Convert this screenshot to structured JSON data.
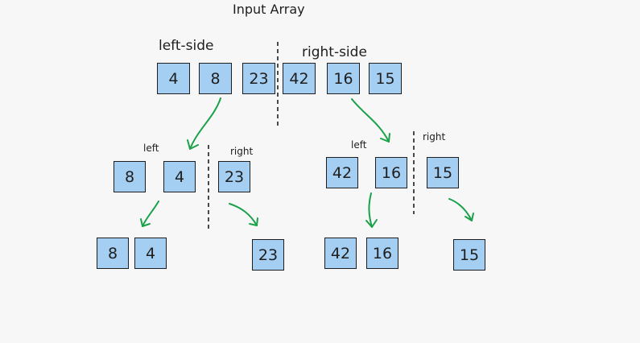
{
  "title": "Input Array",
  "top_level": {
    "left_label": "left-side",
    "right_label": "right-side",
    "values": [
      "4",
      "8",
      "23",
      "42",
      "16",
      "15"
    ]
  },
  "level2": {
    "left_group": {
      "left_label": "left",
      "right_label": "right",
      "values": [
        "8",
        "4",
        "23"
      ]
    },
    "right_group": {
      "left_label": "left",
      "right_label": "right",
      "values": [
        "42",
        "16",
        "15"
      ]
    }
  },
  "level3": {
    "values": [
      "8",
      "4",
      "23",
      "42",
      "16",
      "15"
    ]
  },
  "colors": {
    "cell_fill": "#a5cff2",
    "cell_border": "#1e1e1e",
    "arrow": "#1aa14a",
    "divider": "#1e1e1e",
    "background": "#f7f7f7"
  }
}
